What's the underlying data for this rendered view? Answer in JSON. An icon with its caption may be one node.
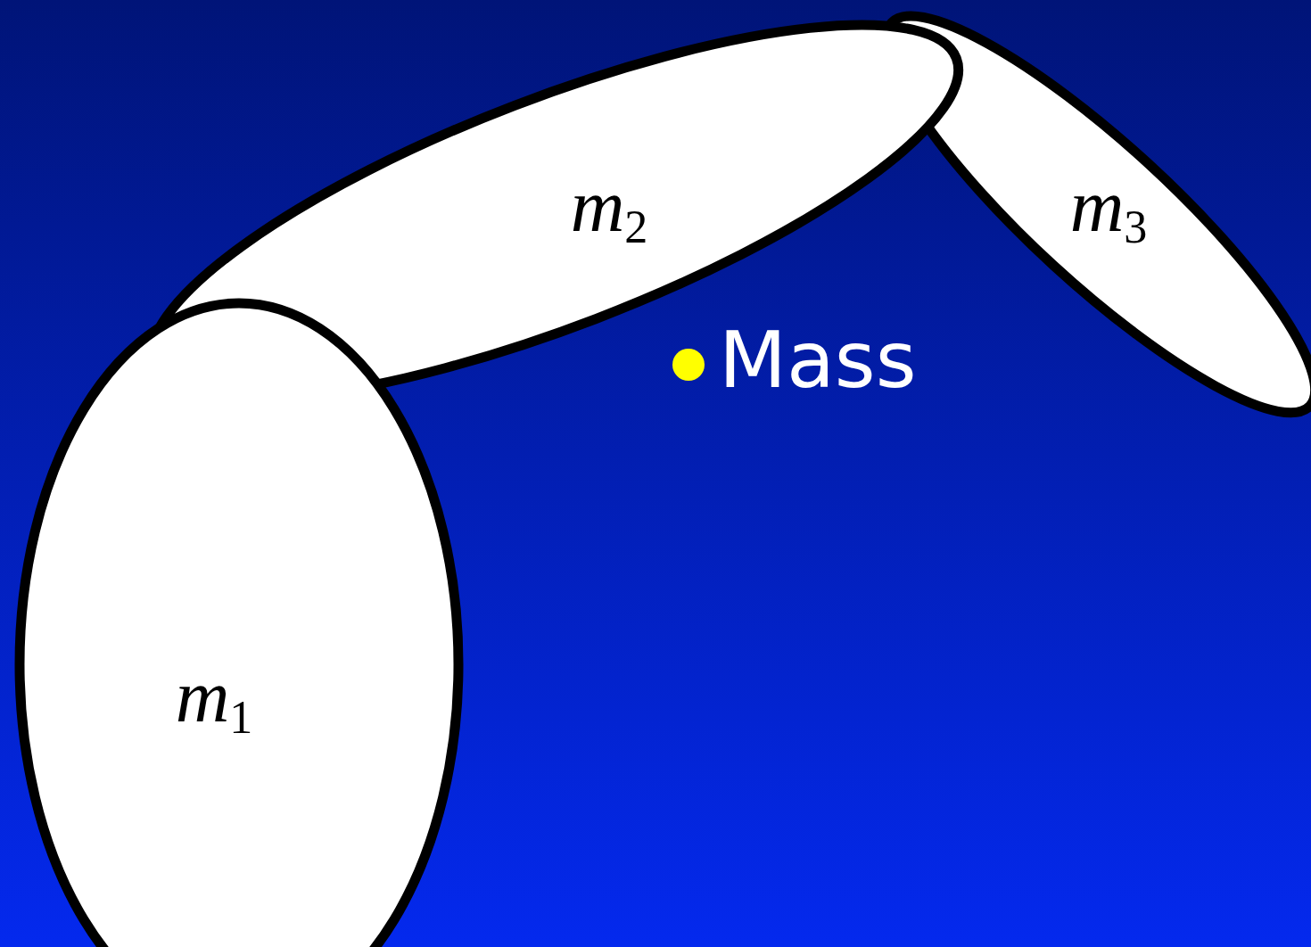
{
  "diagram": {
    "nodes": [
      {
        "text": [
          "*m*$_{1}$"
        ]
      },
      {
        "text": [
          "*m*$_{2}$"
        ]
      },
      {
        "text": [
          "*m*$_{3}$"
        ]
      }
    ],
    "labels": [
      "Mass"
    ]
  }
}
